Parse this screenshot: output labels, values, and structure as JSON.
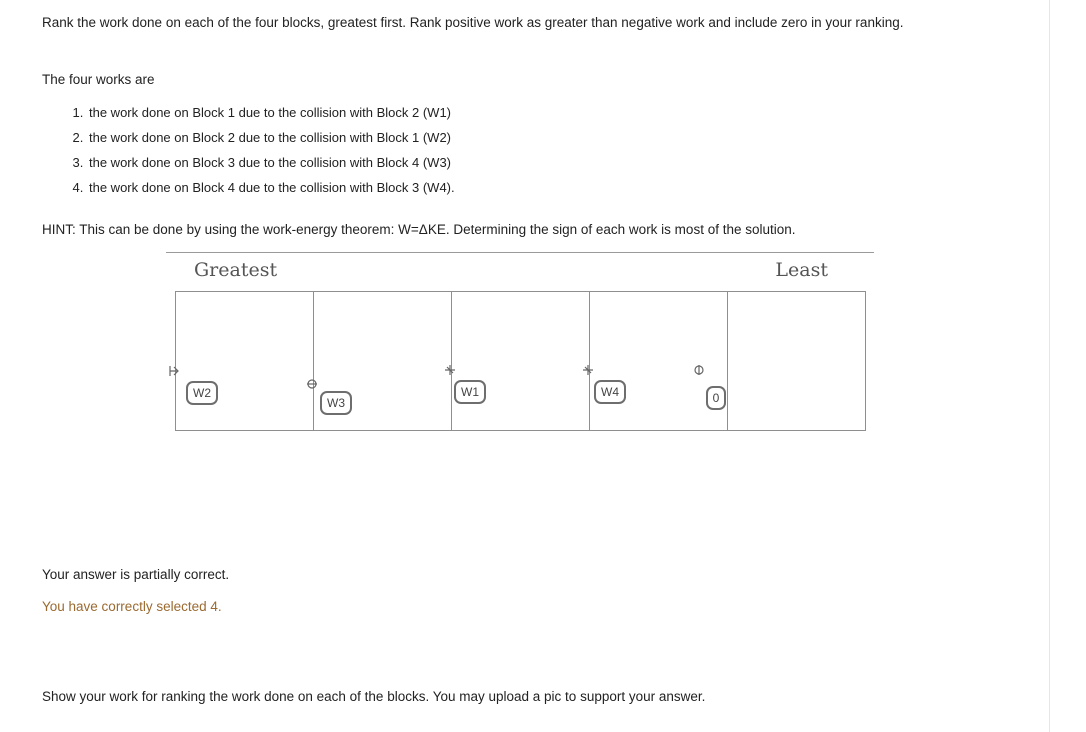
{
  "question": {
    "text": "Rank the work done on each of the four blocks, greatest first. Rank positive work as greater than negative work and include zero in your ranking."
  },
  "intro": {
    "text": "The four works are"
  },
  "works": [
    "the work done on Block 1 due to the collision with Block 2 (W1)",
    "the work done on Block 2 due to the collision with Block 1 (W2)",
    "the work done on Block 3 due to the collision with Block 4 (W3)",
    "the work done on Block 4 due to the collision with Block 3 (W4)."
  ],
  "hint": {
    "text": "HINT: This can be done by using the work-energy theorem: W=ΔKE. Determining the sign of each work is most of the solution."
  },
  "ranking": {
    "greatest_label": "Greatest",
    "least_label": "Least",
    "cards": [
      "W2",
      "W3",
      "W1",
      "W4",
      "0"
    ]
  },
  "status": {
    "message": "Your answer is partially correct.",
    "feedback": "You have correctly selected 4."
  },
  "show_work": {
    "text": "Show your work for ranking the work done on each of the blocks. You may upload a pic to support your answer."
  },
  "colors": {
    "feedback_text": "#9b6a2f",
    "card_border": "#6e6e6e",
    "table_border": "#8f8f8f"
  }
}
